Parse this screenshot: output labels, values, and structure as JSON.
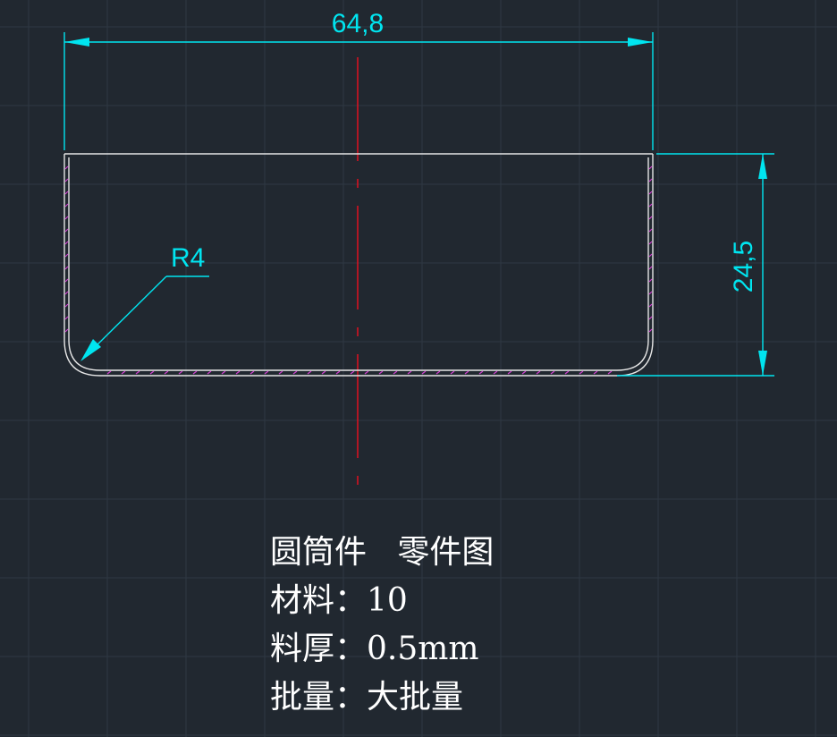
{
  "drawing": {
    "dim_width": "64,8",
    "dim_height": "24,5",
    "dim_radius": "R4",
    "colors": {
      "background": "#212830",
      "grid": "#2e3843",
      "part": "#e6e6e6",
      "dimension": "#00e5f0",
      "centerline": "#e01020",
      "hatch": "#d040d0"
    }
  },
  "notes": {
    "title": "圆筒件   零件图",
    "material": "材料：10",
    "thickness": "料厚：0.5mm",
    "batch": "批量：大批量"
  }
}
